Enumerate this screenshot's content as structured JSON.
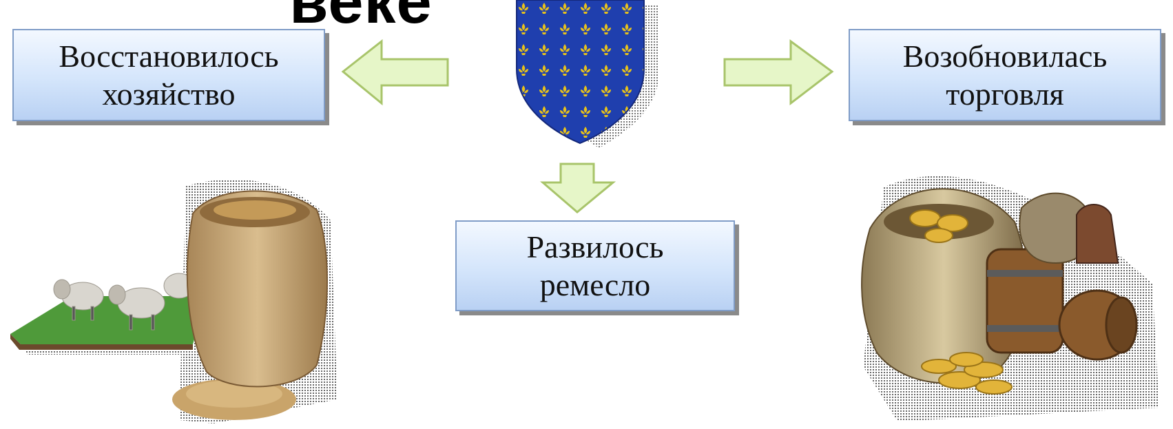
{
  "title": "веке",
  "boxes": {
    "left": {
      "line1": "Восстановилось",
      "line2": "хозяйство"
    },
    "right": {
      "line1": "Возобновилась",
      "line2": "торговля"
    },
    "center": {
      "line1": "Развилось",
      "line2": "ремесло"
    }
  },
  "colors": {
    "box_fill": "#d4e5fb",
    "box_border": "#7f9cc7",
    "arrow_fill": "#e6f6c8",
    "arrow_border": "#a8c46a",
    "shield_blue": "#1f3fae",
    "fleur_gold": "#e8c21a"
  },
  "icons": {
    "shield": "coat-of-arms-shield-icon",
    "left_art": "sheep-and-grain-sack-icon",
    "right_art": "money-bags-and-barrels-icon"
  }
}
